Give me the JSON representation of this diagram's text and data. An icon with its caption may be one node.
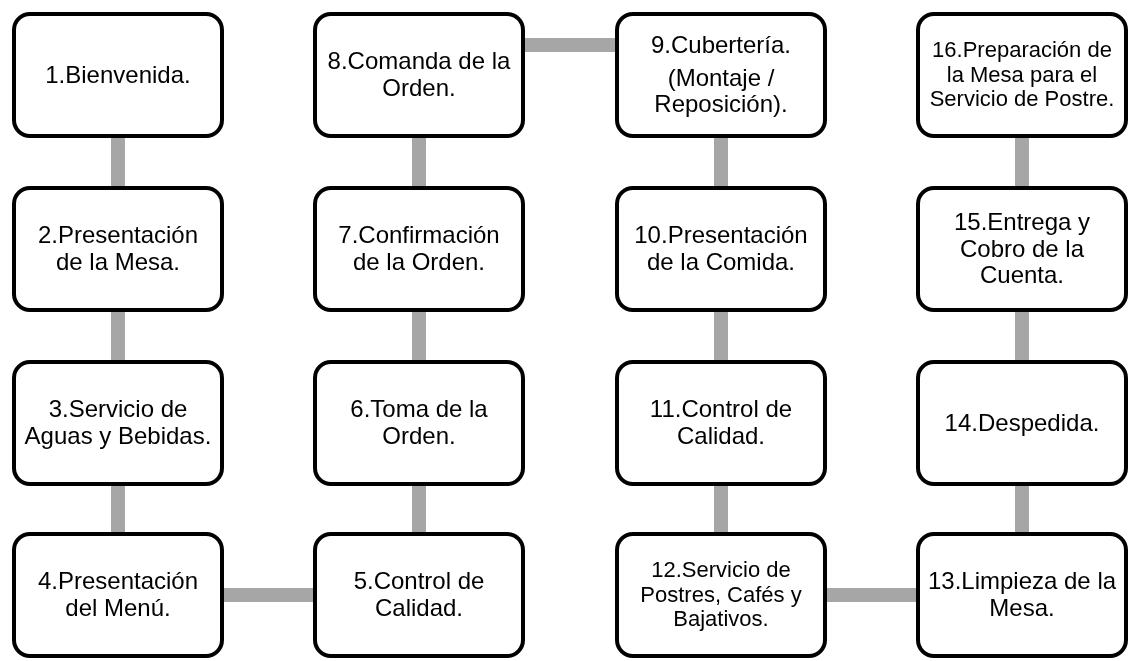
{
  "diagram": {
    "nodes": [
      {
        "text": [
          "1.Bienvenida."
        ]
      },
      {
        "text": [
          "2.Presentación de la Mesa."
        ]
      },
      {
        "text": [
          "3.Servicio de Aguas y Bebidas."
        ]
      },
      {
        "text": [
          "4.Presentación del Menú."
        ]
      },
      {
        "text": [
          "5.Control de Calidad."
        ]
      },
      {
        "text": [
          "6.Toma de la Orden."
        ]
      },
      {
        "text": [
          "7.Confirmación de la Orden."
        ]
      },
      {
        "text": [
          "8.Comanda de la Orden."
        ]
      },
      {
        "text": [
          "9.Cubertería.",
          "(Montaje / Reposición)."
        ]
      },
      {
        "text": [
          "10.Presentación de la Comida."
        ]
      },
      {
        "text": [
          "11.Control de Calidad."
        ]
      },
      {
        "text": [
          "12.Servicio de Postres, Cafés y Bajativos."
        ]
      },
      {
        "text": [
          "13.Limpieza de la Mesa."
        ]
      },
      {
        "text": [
          "14.Despedida."
        ]
      },
      {
        "text": [
          "15.Entrega y Cobro de la Cuenta."
        ]
      },
      {
        "text": [
          "16.Preparación de la Mesa para el Servicio de Postre."
        ]
      }
    ],
    "edges": [
      {
        "from": 0,
        "to": 1,
        "arrow": "none"
      },
      {
        "from": 1,
        "to": 2,
        "arrow": "none"
      },
      {
        "from": 2,
        "to": 3,
        "arrow": "none"
      },
      {
        "from": 3,
        "to": 4,
        "arrow": "none"
      },
      {
        "from": 4,
        "to": 5,
        "arrow": "none"
      },
      {
        "from": 5,
        "to": 6,
        "arrow": "none"
      },
      {
        "from": 6,
        "to": 7,
        "arrow": "none"
      },
      {
        "from": 7,
        "to": 8,
        "arrow": "none"
      },
      {
        "from": 8,
        "to": 9,
        "arrow": "none"
      },
      {
        "from": 9,
        "to": 10,
        "arrow": "none"
      },
      {
        "from": 10,
        "to": 11,
        "arrow": "none"
      },
      {
        "from": 11,
        "to": 12,
        "arrow": "none"
      },
      {
        "from": 12,
        "to": 13,
        "arrow": "none"
      },
      {
        "from": 13,
        "to": 14,
        "arrow": "none"
      },
      {
        "from": 14,
        "to": 15,
        "arrow": "none"
      }
    ]
  }
}
